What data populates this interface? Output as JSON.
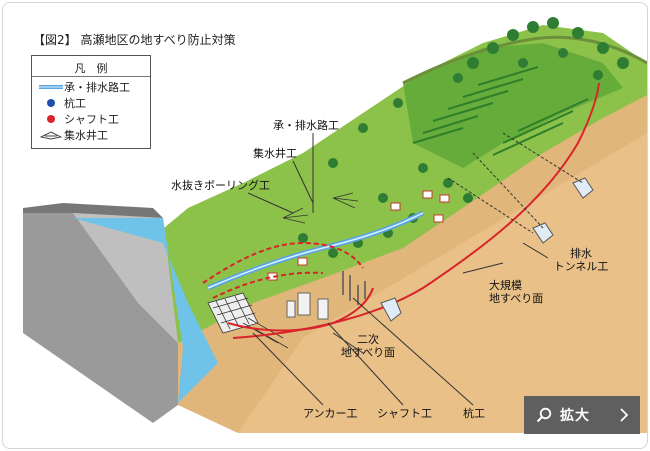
{
  "figure": {
    "title": "【図2】 高瀬地区の地すべり防止対策"
  },
  "legend": {
    "title": "凡　例",
    "items": [
      {
        "label": "承・排水路工",
        "icon": "water-channel-icon",
        "color": "#5aa6e0"
      },
      {
        "label": "杭工",
        "icon": "pile-icon",
        "color": "#1f4fa8"
      },
      {
        "label": "シャフト工",
        "icon": "shaft-icon",
        "color": "#d8242a"
      },
      {
        "label": "集水井工",
        "icon": "well-icon",
        "color": "#444444"
      }
    ]
  },
  "labels": {
    "drainage_channel": "承・排水路工",
    "collection_well": "集水井工",
    "boring": "水抜きボーリング工",
    "drain_tunnel_1": "排水",
    "drain_tunnel_2": "トンネル工",
    "large_slide_1": "大規模",
    "large_slide_2": "地すべり面",
    "secondary_slide_1": "二次",
    "secondary_slide_2": "地すべり面",
    "anchor": "アンカー工",
    "shaft": "シャフト工",
    "pile": "杭工"
  },
  "colors": {
    "slide_line": "#d8242a",
    "earth": "#e8c088",
    "grass": "#8cc24a",
    "water": "#6fc3e8"
  },
  "button": {
    "zoom_label": "拡大"
  }
}
